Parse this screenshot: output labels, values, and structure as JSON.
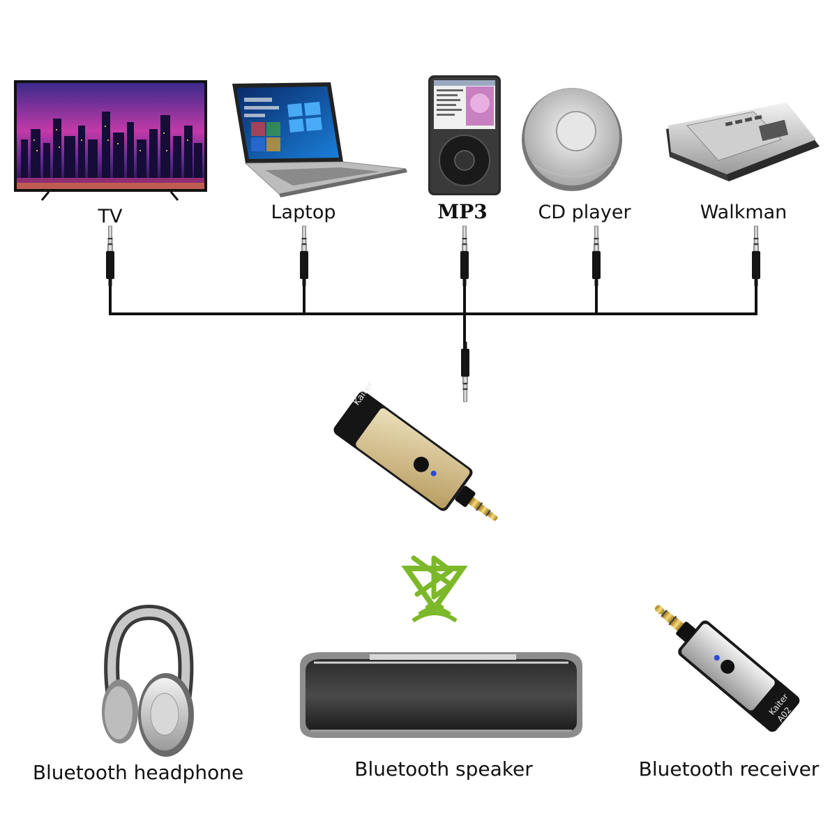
{
  "sources": {
    "tv": {
      "label": "TV"
    },
    "laptop": {
      "label": "Laptop"
    },
    "mp3": {
      "label": "MP3"
    },
    "cd": {
      "label": "CD player"
    },
    "walkman": {
      "label": "Walkman"
    }
  },
  "transmitter": {
    "brand": "Kaiter"
  },
  "receiver": {
    "brand": "Kaiter",
    "model": "A02"
  },
  "outputs": {
    "headphone": {
      "label": "Bluetooth headphone"
    },
    "speaker": {
      "label": "Bluetooth speaker"
    },
    "receiver": {
      "label": "Bluetooth receiver"
    }
  },
  "colors": {
    "bluetooth": "#7cb82a",
    "led": "#2a4bd8",
    "gold": "#d6c08e",
    "cable": "#111111"
  },
  "icons": {
    "wireless": "bluetooth-signal-icon"
  }
}
